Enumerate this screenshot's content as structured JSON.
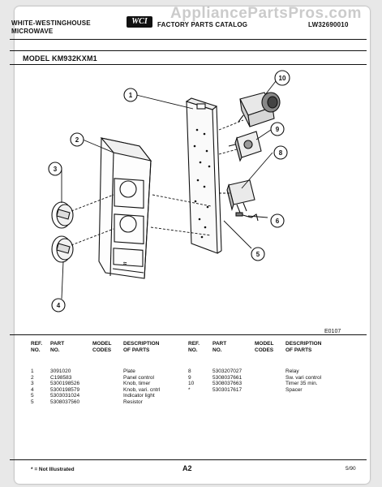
{
  "header": {
    "brand_line1": "WHITE-WESTINGHOUSE",
    "brand_line2": "MICROWAVE",
    "logo_text": "WCI",
    "catalog_title": "FACTORY PARTS CATALOG",
    "document_number": "LW32690010",
    "watermark": "AppliancePartsPros.com"
  },
  "model": {
    "label": "MODEL KM932KXM1"
  },
  "diagram": {
    "code": "E0107",
    "callouts": [
      "1",
      "2",
      "3",
      "4",
      "5",
      "6",
      "8",
      "9",
      "10"
    ]
  },
  "parts_table": {
    "headers": {
      "ref_line1": "REF.",
      "ref_line2": "NO.",
      "part_line1": "PART",
      "part_line2": "NO.",
      "model_line1": "MODEL",
      "model_line2": "CODES",
      "desc_line1": "DESCRIPTION",
      "desc_line2": "OF PARTS"
    },
    "left_rows": [
      {
        "ref": "1",
        "part": "3091020",
        "codes": "",
        "desc": "Plate"
      },
      {
        "ref": "2",
        "part": "C198583",
        "codes": "",
        "desc": "Panel control"
      },
      {
        "ref": "3",
        "part": "5300198526",
        "codes": "",
        "desc": "Knob, timer"
      },
      {
        "ref": "4",
        "part": "5300198579",
        "codes": "",
        "desc": "Knob, vari. cntrl"
      },
      {
        "ref": "5",
        "part": "5303031024",
        "codes": "",
        "desc": "Indicator light"
      },
      {
        "ref": "5",
        "part": "5308037560",
        "codes": "",
        "desc": "Resistor"
      }
    ],
    "right_rows": [
      {
        "ref": "8",
        "part": "5303207027",
        "codes": "",
        "desc": "Relay"
      },
      {
        "ref": "9",
        "part": "5308037661",
        "codes": "",
        "desc": "Sw. vari control"
      },
      {
        "ref": "10",
        "part": "5308037663",
        "codes": "",
        "desc": "Timer 35 min."
      },
      {
        "ref": "*",
        "part": "5303017617",
        "codes": "",
        "desc": "Spacer"
      }
    ]
  },
  "footer": {
    "footnote": "* = Not Illustrated",
    "page": "A2",
    "date": "5/90"
  }
}
